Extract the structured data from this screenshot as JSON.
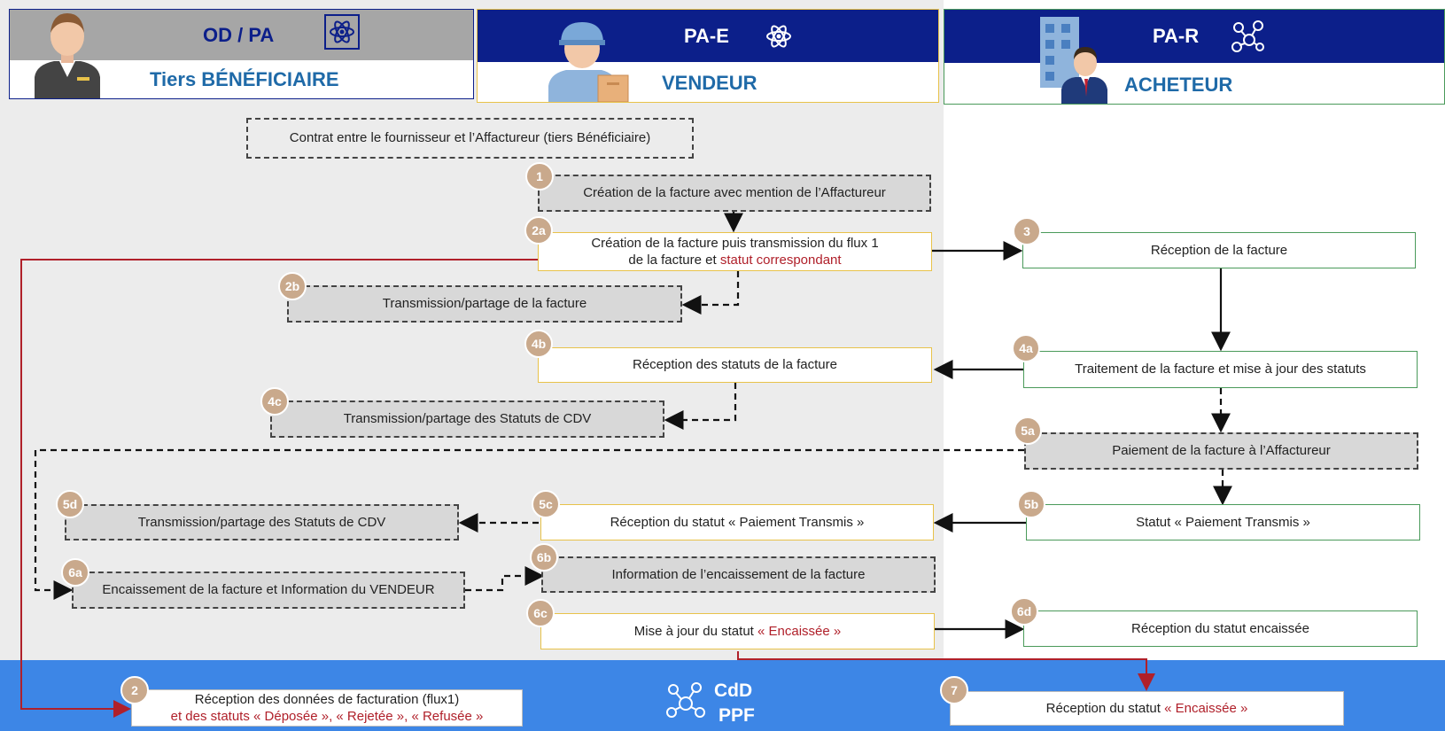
{
  "lanes": {
    "od": {
      "code": "OD / PA",
      "role": "Tiers BÉNÉFICIAIRE"
    },
    "pae": {
      "code": "PA-E",
      "role": "VENDEUR"
    },
    "par": {
      "code": "PA-R",
      "role": "ACHETEUR"
    }
  },
  "footer": {
    "title_line1": "CdD",
    "title_line2": "PPF"
  },
  "contract": "Contrat entre le fournisseur et l’Affactureur (tiers Bénéficiaire)",
  "steps": {
    "s1": {
      "badge": "1",
      "text": "Création de la facture avec mention de l’Affactureur"
    },
    "s2a": {
      "badge": "2a",
      "line1": "Création de la facture puis transmission du flux 1",
      "line2a": "de la facture et ",
      "line2b": "statut correspondant"
    },
    "s3": {
      "badge": "3",
      "text": "Réception de la facture"
    },
    "s2b": {
      "badge": "2b",
      "text": "Transmission/partage de la facture"
    },
    "s4b": {
      "badge": "4b",
      "text": "Réception des statuts de la facture"
    },
    "s4a": {
      "badge": "4a",
      "text": "Traitement de la facture et mise à jour des statuts"
    },
    "s4c": {
      "badge": "4c",
      "text": "Transmission/partage des Statuts de CDV"
    },
    "s5a": {
      "badge": "5a",
      "text": "Paiement de la facture à l’Affactureur"
    },
    "s5d": {
      "badge": "5d",
      "text": "Transmission/partage des Statuts de CDV"
    },
    "s5c": {
      "badge": "5c",
      "text": "Réception du statut « Paiement Transmis »"
    },
    "s5b": {
      "badge": "5b",
      "text": "Statut « Paiement Transmis »"
    },
    "s6b": {
      "badge": "6b",
      "text": "Information de l’encaissement de la facture"
    },
    "s6a": {
      "badge": "6a",
      "text": "Encaissement de la facture et Information du VENDEUR"
    },
    "s6c": {
      "badge": "6c",
      "text_a": "Mise à jour du statut ",
      "text_b": "« Encaissée »"
    },
    "s6d": {
      "badge": "6d",
      "text": "Réception du statut encaissée"
    },
    "s2": {
      "badge": "2",
      "line1": "Réception des données de facturation (flux1)",
      "line2": "et des statuts « Déposée », « Rejetée », « Refusée »"
    },
    "s7": {
      "badge": "7",
      "text_a": "Réception du statut ",
      "text_b": "« Encaissée »"
    }
  },
  "colors": {
    "navy": "#0c1f8a",
    "gray_header": "#a6a6a6",
    "blue_footer": "#3d86e6",
    "red": "#b0202a",
    "lane_bg": "#ececec"
  }
}
